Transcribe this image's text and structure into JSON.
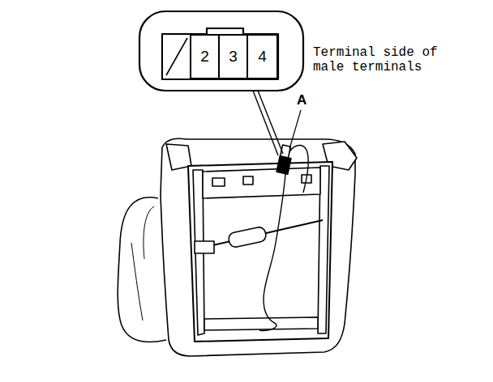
{
  "diagram": {
    "nodes": [
      {
        "text": [
          "2"
        ]
      },
      {
        "text": [
          "3"
        ]
      },
      {
        "text": [
          "4"
        ]
      }
    ],
    "labels": [
      "Terminal side of male terminals",
      "A"
    ]
  }
}
